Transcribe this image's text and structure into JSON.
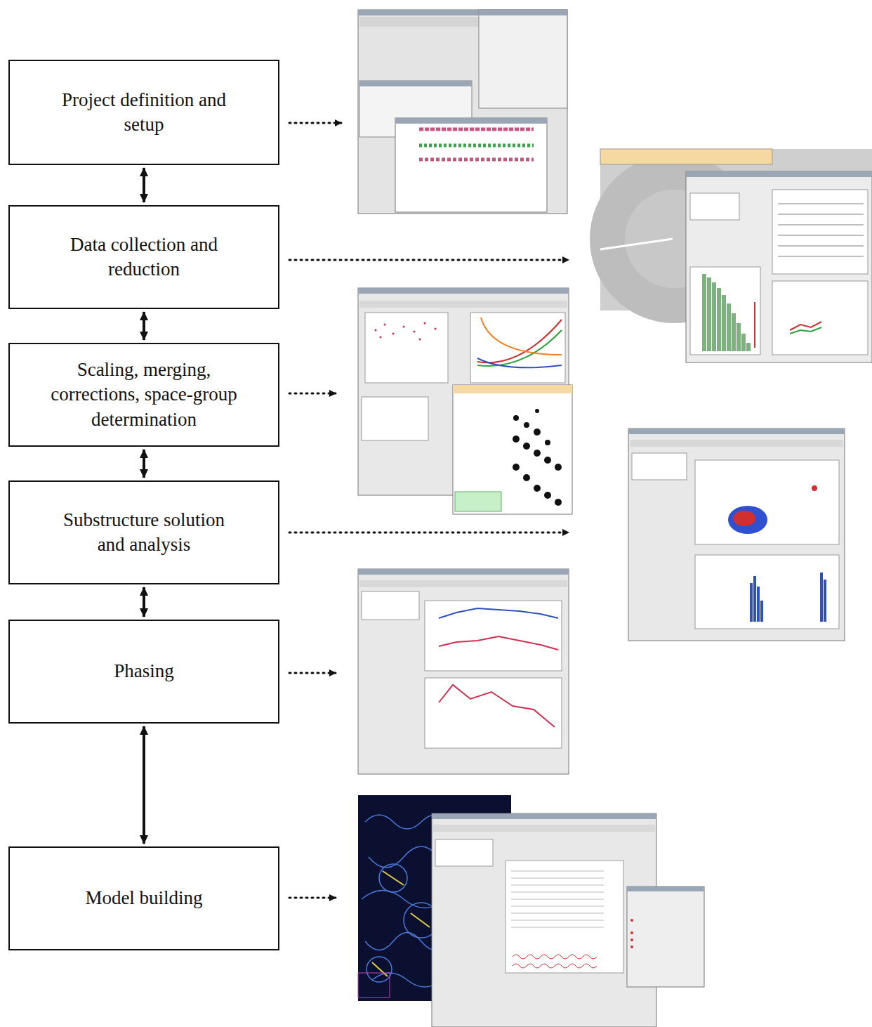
{
  "diagram": {
    "nodes": [
      {
        "text": [
          "Project definition and setup"
        ]
      },
      {
        "text": [
          "Data collection and reduction"
        ]
      },
      {
        "text": [
          "Scaling, merging, corrections, space-group determination"
        ]
      },
      {
        "text": [
          "Substructure solution and analysis"
        ]
      },
      {
        "text": [
          "Phasing"
        ]
      },
      {
        "text": [
          "Model building"
        ]
      }
    ],
    "edges": [
      {
        "from": 0,
        "to": 1,
        "arrow": "both"
      },
      {
        "from": 1,
        "to": 2,
        "arrow": "both"
      },
      {
        "from": 2,
        "to": 3,
        "arrow": "both"
      },
      {
        "from": 3,
        "to": 4,
        "arrow": "both"
      },
      {
        "from": 4,
        "to": 5,
        "arrow": "both"
      }
    ]
  }
}
